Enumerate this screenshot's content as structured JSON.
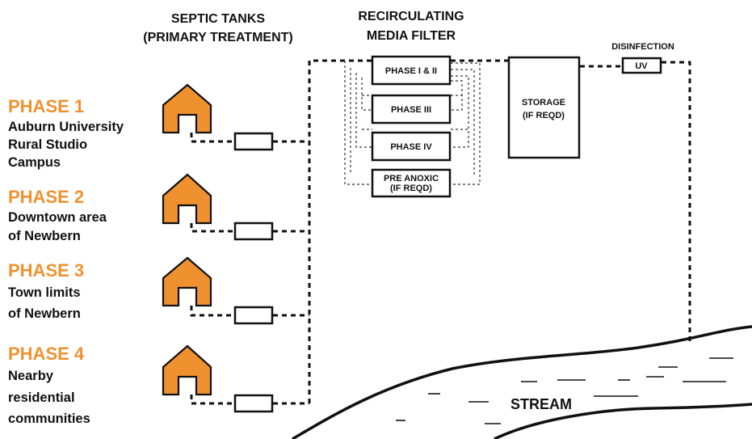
{
  "headers": {
    "septic_line1": "SEPTIC TANKS",
    "septic_line2": "(PRIMARY TREATMENT)",
    "filter_line1": "RECIRCULATING",
    "filter_line2": "MEDIA FILTER",
    "disinfection": "DISINFECTION"
  },
  "phases": [
    {
      "title": "PHASE 1",
      "lines": [
        "Auburn University",
        "Rural Studio",
        "Campus"
      ]
    },
    {
      "title": "PHASE 2",
      "lines": [
        "Downtown area",
        "of Newbern"
      ]
    },
    {
      "title": "PHASE 3",
      "lines": [
        "Town limits",
        "of Newbern"
      ]
    },
    {
      "title": "PHASE 4",
      "lines": [
        "Nearby",
        "residential",
        "communities"
      ]
    }
  ],
  "filter_boxes": {
    "phase_1_2": "PHASE I & II",
    "phase_3": "PHASE III",
    "phase_4": "PHASE IV",
    "pre_anoxic_line1": "PRE ANOXIC",
    "pre_anoxic_line2": "(IF REQD)"
  },
  "storage": {
    "line1": "STORAGE",
    "line2": "(IF REQD)"
  },
  "uv": "UV",
  "stream": "STREAM",
  "colors": {
    "phase_orange": "#f0912f",
    "ink": "#111111"
  }
}
